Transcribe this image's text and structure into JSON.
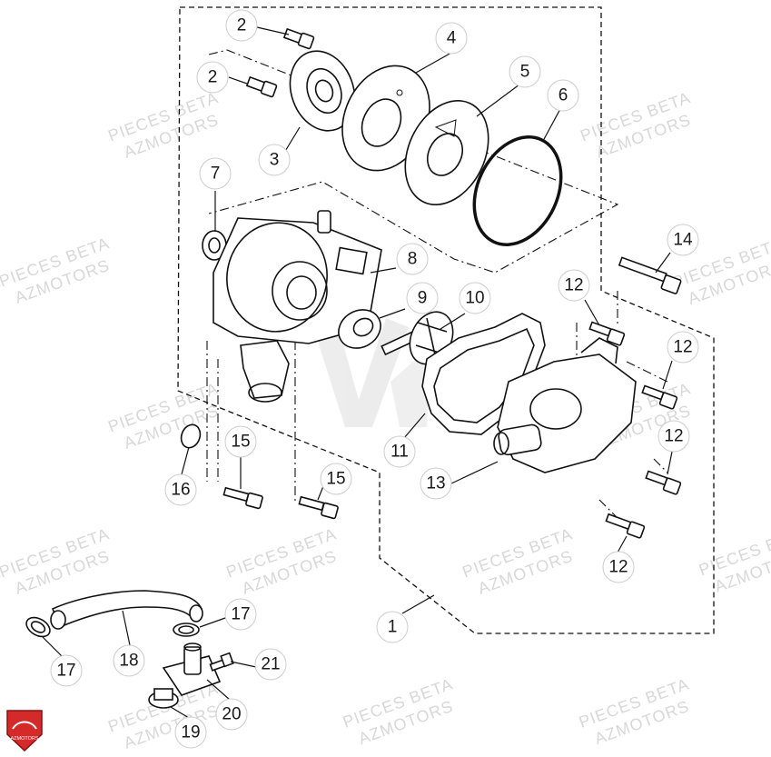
{
  "watermark": {
    "line1": "PIECES BETA",
    "line2": "AZMOTORS"
  },
  "logo": {
    "text": "AZMOTORS",
    "color": "#d42a2a"
  },
  "callouts": [
    {
      "id": "c2a",
      "label": "2"
    },
    {
      "id": "c2b",
      "label": "2"
    },
    {
      "id": "c3",
      "label": "3"
    },
    {
      "id": "c4",
      "label": "4"
    },
    {
      "id": "c5",
      "label": "5"
    },
    {
      "id": "c6",
      "label": "6"
    },
    {
      "id": "c7",
      "label": "7"
    },
    {
      "id": "c8",
      "label": "8"
    },
    {
      "id": "c9",
      "label": "9"
    },
    {
      "id": "c10",
      "label": "10"
    },
    {
      "id": "c11",
      "label": "11"
    },
    {
      "id": "c12a",
      "label": "12"
    },
    {
      "id": "c12b",
      "label": "12"
    },
    {
      "id": "c12c",
      "label": "12"
    },
    {
      "id": "c12d",
      "label": "12"
    },
    {
      "id": "c13",
      "label": "13"
    },
    {
      "id": "c14",
      "label": "14"
    },
    {
      "id": "c15a",
      "label": "15"
    },
    {
      "id": "c15b",
      "label": "15"
    },
    {
      "id": "c16",
      "label": "16"
    },
    {
      "id": "c17a",
      "label": "17"
    },
    {
      "id": "c17b",
      "label": "17"
    },
    {
      "id": "c18",
      "label": "18"
    },
    {
      "id": "c19",
      "label": "19"
    },
    {
      "id": "c20",
      "label": "20"
    },
    {
      "id": "c21",
      "label": "21"
    },
    {
      "id": "c1",
      "label": "1"
    }
  ]
}
